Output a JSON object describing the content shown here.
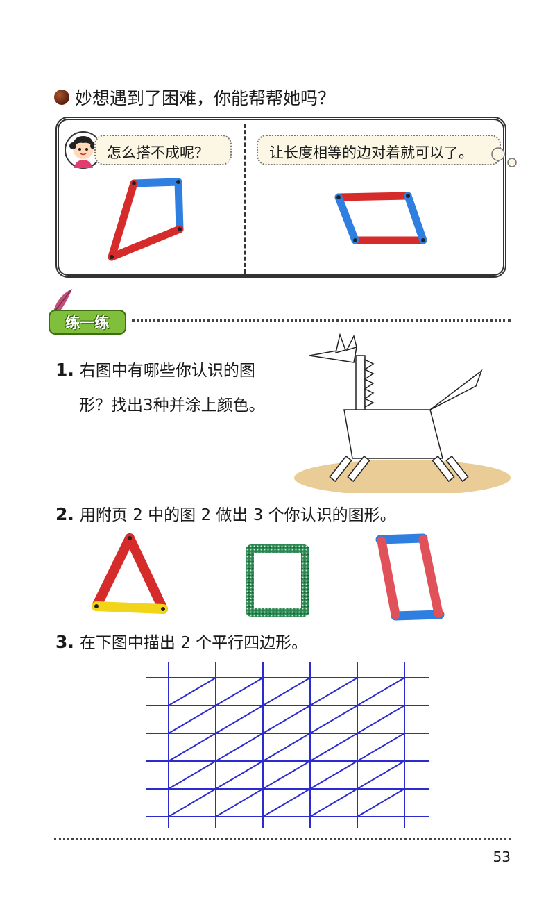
{
  "intro": {
    "text": "妙想遇到了困难，你能帮帮她吗？"
  },
  "dialogue": {
    "left_bubble": "怎么搭不成呢？",
    "right_bubble": "让长度相等的边对着就可以了。"
  },
  "practice": {
    "label": "练一练"
  },
  "questions": [
    {
      "number": "1.",
      "line1": "右图中有哪些你认识的图",
      "line2": "形？找出3种并涂上颜色。"
    },
    {
      "number": "2.",
      "line1": "用附页 2 中的图 2 做出 3 个你认识的图形。"
    },
    {
      "number": "3.",
      "line1": "在下图中描出 2 个平行四边形。"
    }
  ],
  "page_number": "53",
  "colors": {
    "red_stick": "#d62b2b",
    "blue_stick": "#2f7fe0",
    "yellow_stick": "#f2d41a",
    "green_square": "#2f8a55",
    "grid_blue": "#2b2bd0"
  }
}
